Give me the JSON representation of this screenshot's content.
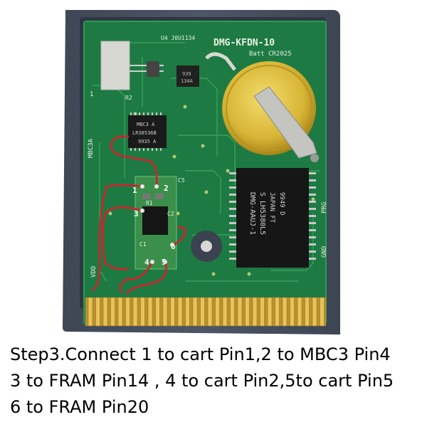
{
  "pcb_labels": {
    "board_id": "DMG-KFDN-10",
    "batt": "Batt CR2025",
    "u_rev": "U4 J0U1134",
    "mbc3_label": "MBC3A",
    "mbc_chip": [
      "MBC3 A",
      "LR38536B",
      "9935 A"
    ],
    "small_chip": [
      "939",
      "134A"
    ],
    "rom_chip": [
      "DMG-AAUJ-1",
      "S LH5380L5",
      "JAPAN FT",
      "9949 D"
    ],
    "r_label": "R1",
    "c_label": "C1",
    "c2_label": "C2",
    "r2_label": "R2",
    "x1_label": "1",
    "vdd": "VDD",
    "gnd": "GND",
    "c5_label": "C5",
    "prg": "PRG",
    "pin_numbers": [
      "1",
      "2",
      "3",
      "4",
      "5",
      "6"
    ]
  },
  "caption": {
    "line1": "Step3.Connect 1 to cart Pin1,2 to MBC3 Pin4",
    "line2": "3 to FRAM Pin14 , 4 to cart Pin2,5to cart Pin5",
    "line3": "6 to FRAM Pin20"
  }
}
